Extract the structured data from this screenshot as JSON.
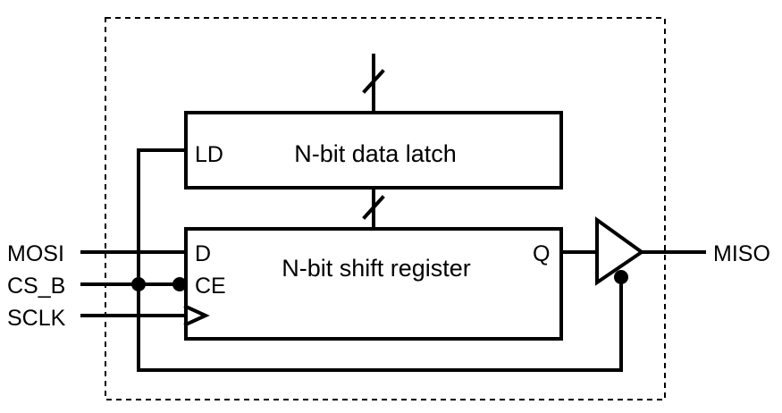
{
  "inputs": {
    "mosi": "MOSI",
    "cs_b": "CS_B",
    "sclk": "SCLK"
  },
  "output": {
    "miso": "MISO"
  },
  "data_latch": {
    "title": "N-bit data latch",
    "ld_pin": "LD"
  },
  "shift_register": {
    "title": "N-bit shift register",
    "d_pin": "D",
    "ce_pin": "CE",
    "q_pin": "Q"
  }
}
